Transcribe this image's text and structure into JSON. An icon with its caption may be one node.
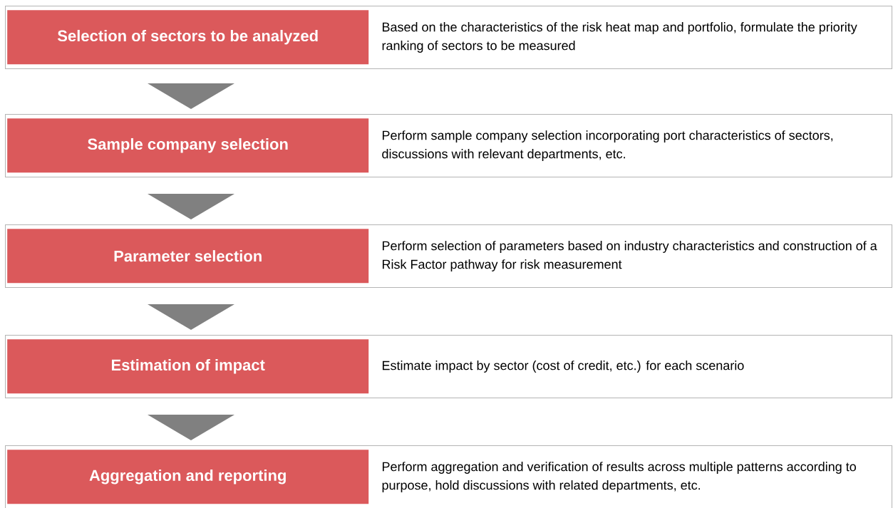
{
  "diagram": {
    "nodes": [
      {
        "text": [
          "Based on the characteristics of the risk heat map and portfolio, formulate the priority ranking of sectors to be measured"
        ]
      },
      {
        "text": [
          "Selection of sectors to be analyzed"
        ],
        "in": 0
      },
      {
        "text": [
          "Perform sample company selection incorporating port characteristics of sectors, discussions with relevant departments, etc."
        ]
      },
      {
        "text": [
          "Sample company selection"
        ],
        "in": 2
      },
      {
        "text": [
          "Perform selection of parameters based on industry characteristics and construction of a Risk Factor pathway for risk measurement"
        ]
      },
      {
        "text": [
          "Parameter selection"
        ],
        "in": 4
      },
      {
        "text": [
          "Estimate impact by sector (cost of credit, etc.) for each scenario"
        ]
      },
      {
        "text": [
          "Estimation of impact"
        ],
        "in": 6
      },
      {
        "text": [
          "Perform aggregation and verification of results across multiple patterns according to purpose, hold discussions with related departments, etc."
        ]
      },
      {
        "text": [
          "Aggregation and reporting"
        ],
        "in": 8
      }
    ],
    "edges": [
      {
        "from": 0,
        "to": 2,
        "arrow": "to"
      },
      {
        "from": 2,
        "to": 4,
        "arrow": "to"
      },
      {
        "from": 4,
        "to": 6,
        "arrow": "to"
      },
      {
        "from": 6,
        "to": 8,
        "arrow": "to"
      }
    ]
  }
}
